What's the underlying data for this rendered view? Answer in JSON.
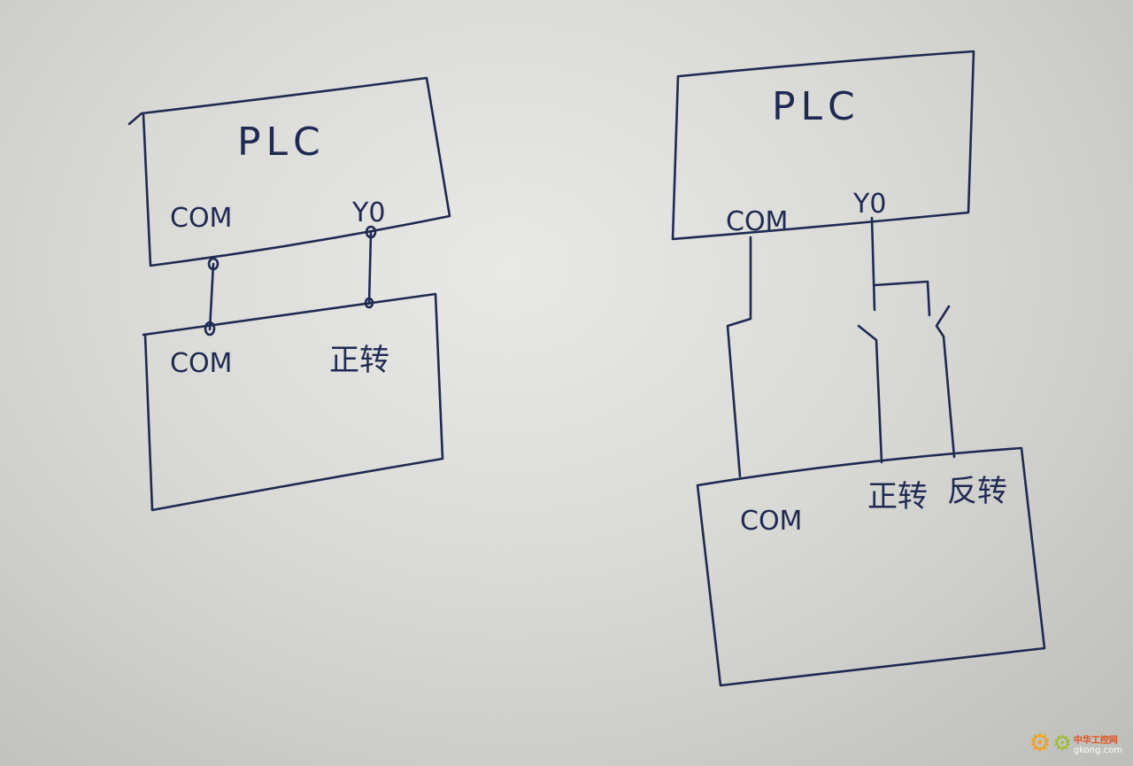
{
  "left": {
    "plc_label": "PLC",
    "plc_com": "COM",
    "plc_y0": "Y0",
    "device_com": "COM",
    "device_forward": "正转"
  },
  "right": {
    "plc_label": "PLC",
    "plc_com": "COM",
    "plc_y0": "Y0",
    "device_com": "COM",
    "device_forward": "正转",
    "device_reverse": "反转"
  },
  "watermark": {
    "brand": "中华工控网",
    "site": "gkong.com"
  },
  "colors": {
    "ink": "#1f2a52",
    "paper": "#dcdcda"
  }
}
